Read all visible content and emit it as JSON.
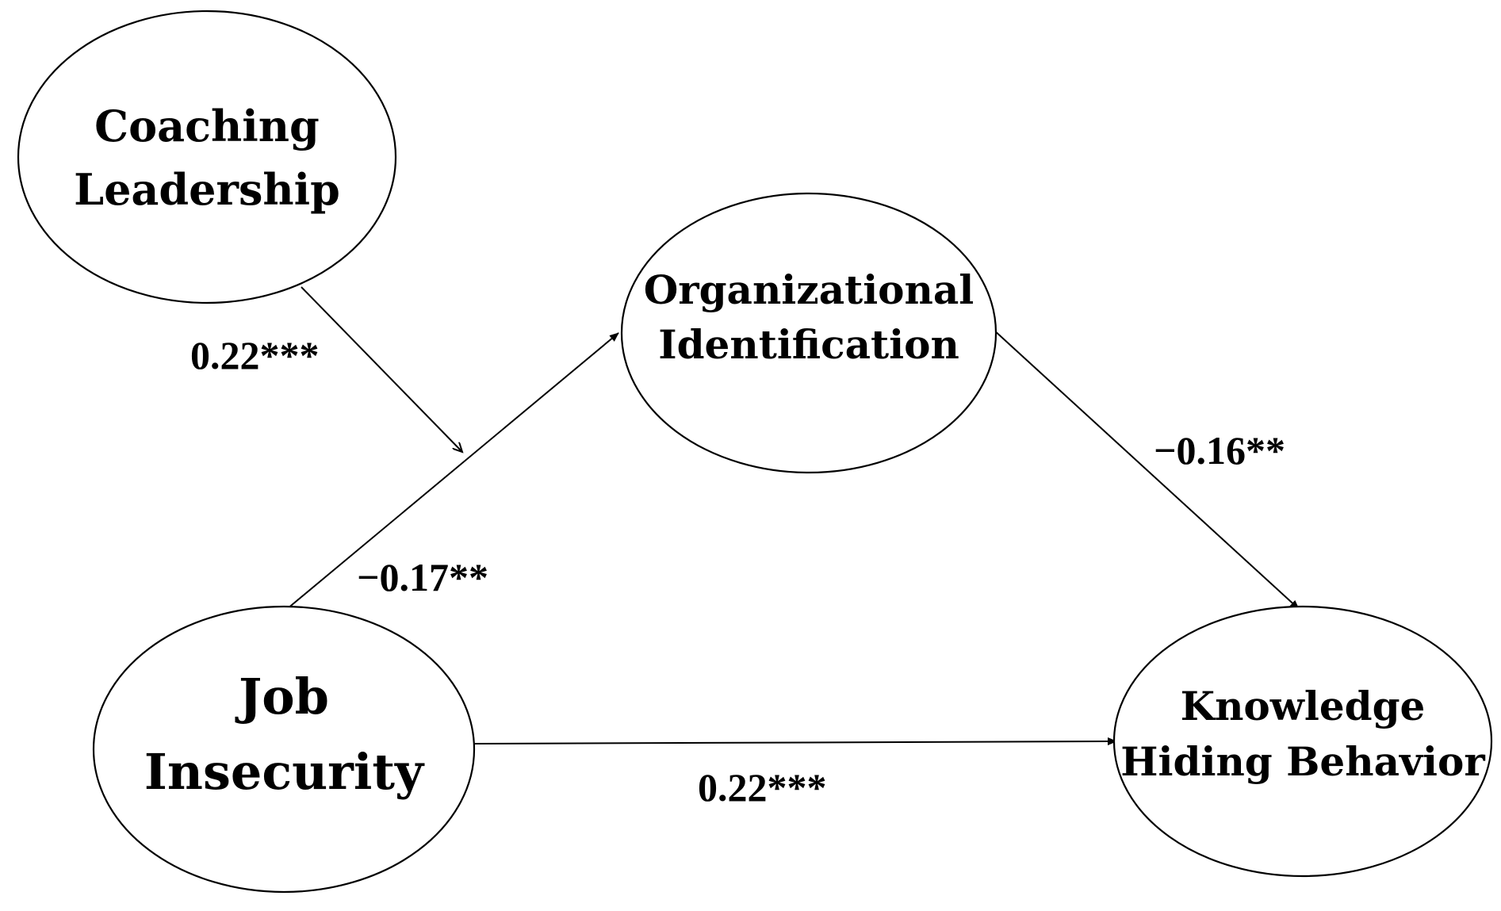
{
  "nodes": {
    "coaching_leadership": {
      "line1": "Coaching",
      "line2": "Leadership"
    },
    "organizational_identification": {
      "line1": "Organizational",
      "line2": "Identification"
    },
    "job_insecurity": {
      "line1": "Job",
      "line2": "Insecurity"
    },
    "knowledge_hiding_behavior": {
      "line1": "Knowledge",
      "line2": "Hiding Behavior"
    }
  },
  "paths": {
    "coaching_moderation": "0.22***",
    "insecurity_to_identification": "−0.17**",
    "identification_to_hiding": "−0.16**",
    "insecurity_to_hiding": "0.22***"
  }
}
